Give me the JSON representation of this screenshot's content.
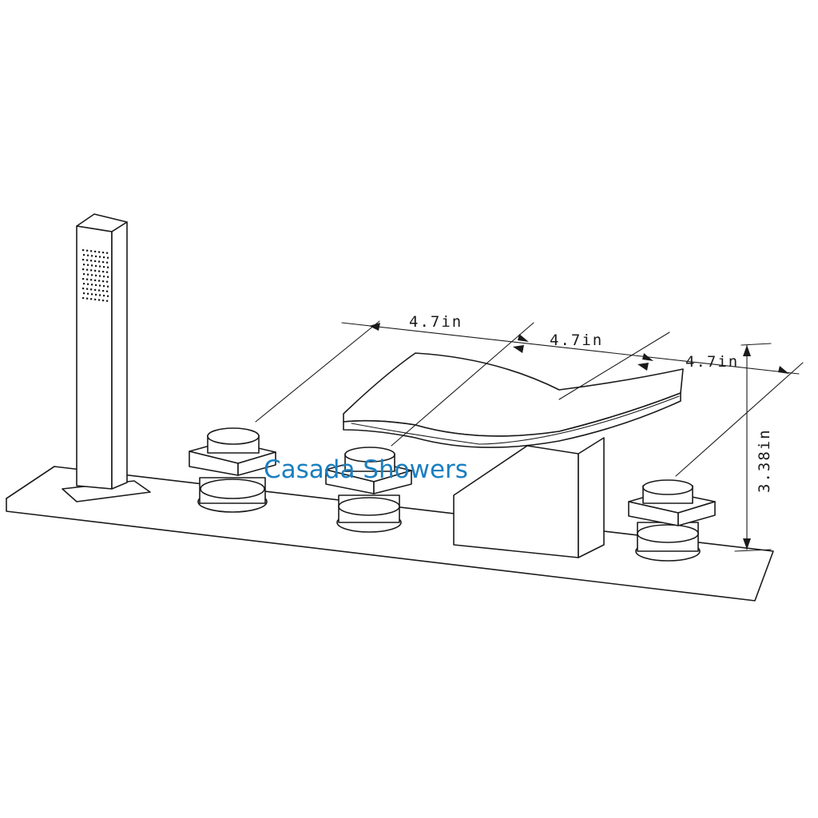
{
  "watermark": {
    "text": "Casada Showers",
    "color": "#1a7fc0"
  },
  "dimensions": {
    "spacing_1": "4.7in",
    "spacing_2": "4.7in",
    "spacing_3": "4.7in",
    "height": "3.38in"
  },
  "colors": {
    "line": "#1a1a1a",
    "background": "#ffffff"
  }
}
